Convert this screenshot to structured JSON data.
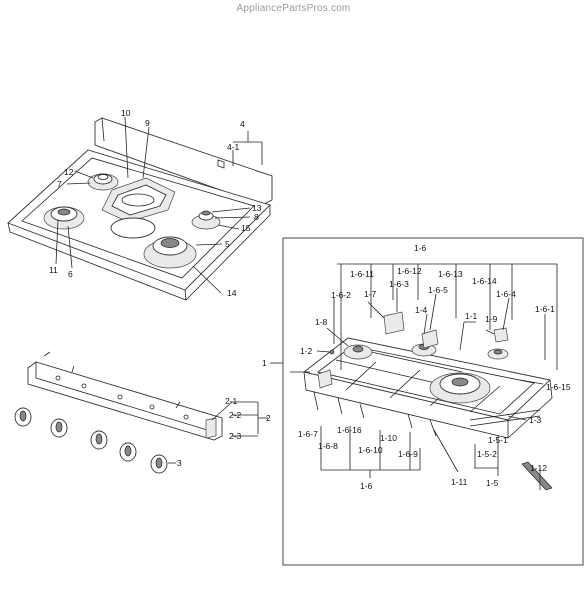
{
  "watermark": "AppliancePartsPros.com",
  "labels": {
    "l4": "4",
    "l4_1": "4-1",
    "l10": "10",
    "l9": "9",
    "l12": "12",
    "l7": "7",
    "l13": "13",
    "l8": "8",
    "l15": "15",
    "l5": "5",
    "l11": "11",
    "l6": "6",
    "l14": "14",
    "l1_6_top": "1-6",
    "l1_6_11": "1-6-11",
    "l1_6_12": "1-6-12",
    "l1_6_13": "1-6-13",
    "l1_6_14": "1-6-14",
    "l1_6_2": "1-6-2",
    "l1_7": "1-7",
    "l1_6_3": "1-6-3",
    "l1_6_5": "1-6-5",
    "l1_6_4": "1-6-4",
    "l1_6_1": "1-6-1",
    "l1_8": "1-8",
    "l1_4": "1-4",
    "l1_1": "1-1",
    "l1_9": "1-9",
    "l1": "1",
    "l1_2": "1-2",
    "l1_6_15": "1-6-15",
    "l1_3": "1-3",
    "l1_6_7": "1-6-7",
    "l1_6_16": "1-6-16",
    "l1_10": "1-10",
    "l1_6_8": "1-6-8",
    "l1_6_10": "1-6-10",
    "l1_6_9": "1-6-9",
    "l1_5_1": "1-5-1",
    "l1_5_2": "1-5-2",
    "l1_12": "1-12",
    "l1_11": "1-11",
    "l1_5": "1-5",
    "l1_6_bot": "1-6",
    "l2_1": "2-1",
    "l2_2": "2-2",
    "l2": "2",
    "l2_3": "2-3",
    "l3": "3"
  }
}
